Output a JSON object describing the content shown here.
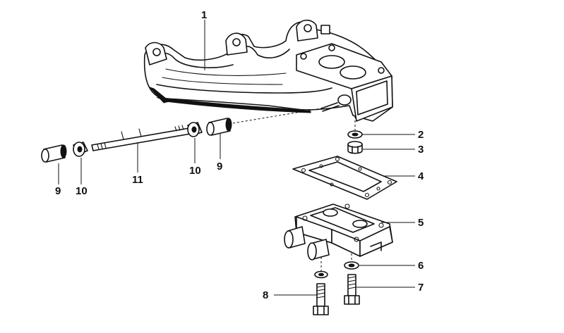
{
  "callouts": {
    "c1": "1",
    "c2": "2",
    "c3": "3",
    "c4": "4",
    "c5": "5",
    "c6": "6",
    "c7": "7",
    "c8": "8",
    "c9a": "9",
    "c9b": "9",
    "c10a": "10",
    "c10b": "10",
    "c11": "11"
  }
}
